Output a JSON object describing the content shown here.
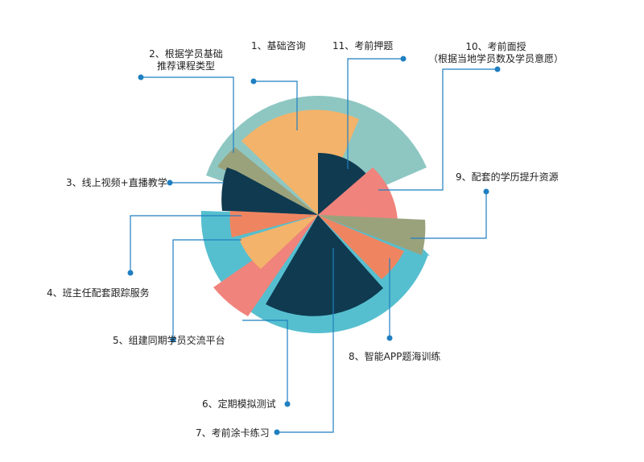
{
  "colors": {
    "teal": "#8ec7c2",
    "orange": "#f4b36a",
    "olive": "#9aa27c",
    "navy": "#0f3a50",
    "salmon": "#f0837c",
    "coral": "#ef8560",
    "cyan": "#56bfcf",
    "line": "#1f7fc1",
    "dot": "#1f7fc1"
  },
  "items": [
    {
      "id": "1",
      "label": "1、基础咨询"
    },
    {
      "id": "2",
      "label_line1": "2、根据学员基础",
      "label_line2": "推荐课程类型"
    },
    {
      "id": "3",
      "label": "3、线上视频+直播教学"
    },
    {
      "id": "4",
      "label": "4、班主任配套跟踪服务"
    },
    {
      "id": "5",
      "label": "5、组建同期学员交流平台"
    },
    {
      "id": "6",
      "label": "6、定期模拟测试"
    },
    {
      "id": "7",
      "label": "7、考前涂卡练习"
    },
    {
      "id": "8",
      "label": "8、智能APP题海训练"
    },
    {
      "id": "9",
      "label": "9、配套的学历提升资源"
    },
    {
      "id": "10",
      "label_line1": "10、考前面授",
      "label_line2": "（根据当地学员数及学员意愿）"
    },
    {
      "id": "11",
      "label": "11、考前押题"
    }
  ]
}
